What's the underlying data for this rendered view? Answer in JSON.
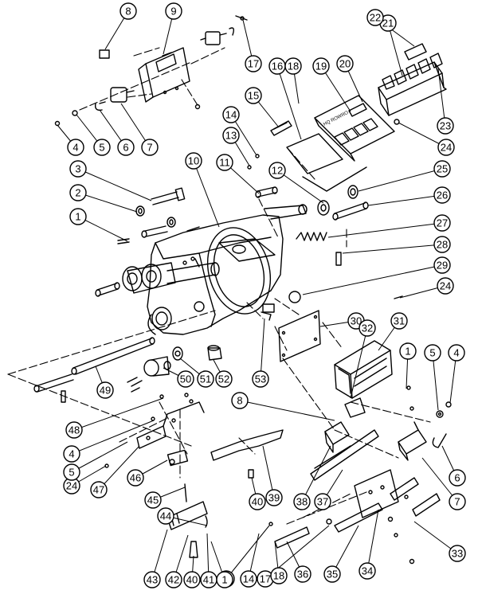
{
  "diagram": {
    "callouts": [
      "1",
      "2",
      "3",
      "4",
      "5",
      "6",
      "7",
      "8",
      "9",
      "10",
      "11",
      "12",
      "13",
      "14",
      "15",
      "16",
      "17",
      "18",
      "19",
      "20",
      "21",
      "22",
      "23",
      "24",
      "25",
      "26",
      "27",
      "28",
      "29",
      "30",
      "31",
      "1",
      "5",
      "4",
      "8",
      "6",
      "7",
      "33",
      "32",
      "34",
      "35",
      "36",
      "17",
      "18",
      "14",
      "13",
      "38",
      "37",
      "39",
      "40",
      "40",
      "41",
      "1",
      "42",
      "43",
      "44",
      "45",
      "46",
      "47",
      "24",
      "5",
      "4",
      "48",
      "49",
      "50",
      "51",
      "52",
      "53",
      "24"
    ],
    "panel_text": "HQ ROWRO",
    "stroke_color": "#000000",
    "background_color": "#ffffff"
  }
}
